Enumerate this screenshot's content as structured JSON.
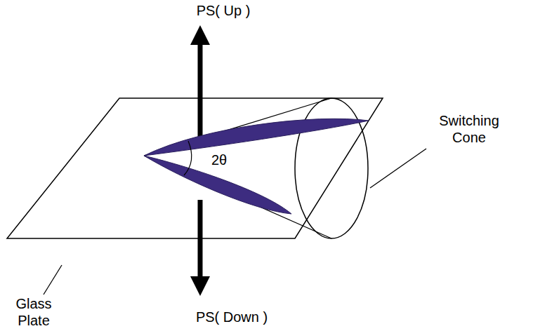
{
  "diagram": {
    "labels": [
      "PS( Up )",
      "Switching Cone",
      "2θ",
      "Glass Plate",
      "PS( Down )"
    ]
  }
}
